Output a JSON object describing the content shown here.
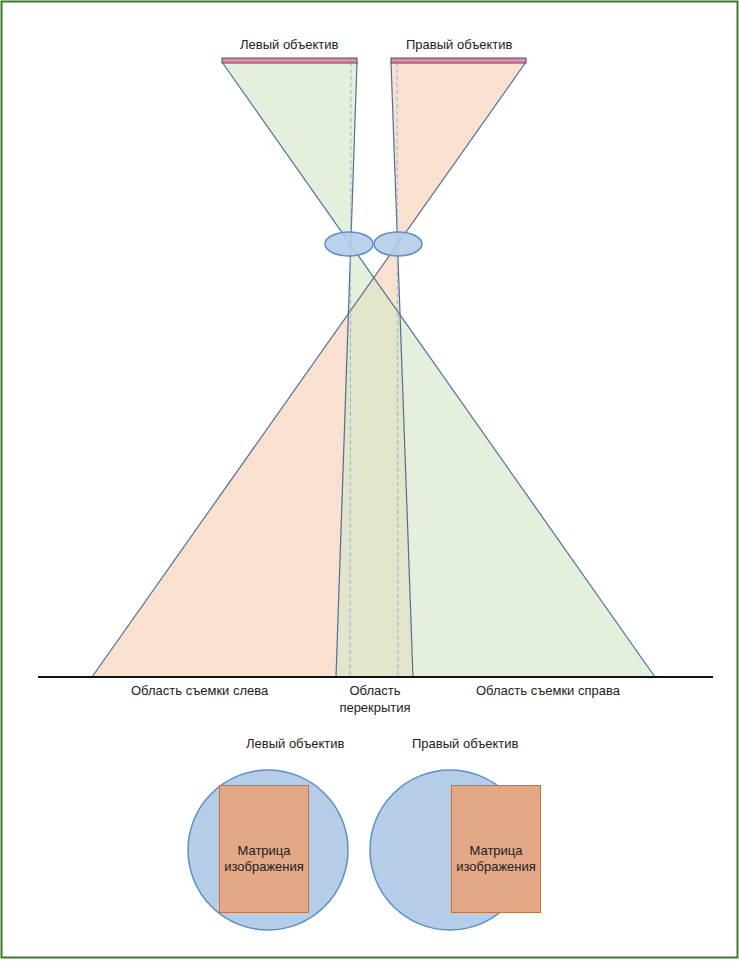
{
  "diagram": {
    "nodes": [
      {
        "text": [
          "Левый объектив"
        ]
      },
      {
        "text": [
          "Матрица изображения"
        ],
        "in": 0
      },
      {
        "text": [
          "Правый объектив"
        ]
      },
      {
        "text": [
          "Матрица изображения"
        ],
        "in": 2
      }
    ],
    "labels": [
      "Левый объектив",
      "Правый объектив",
      "Область съемки слева",
      "Область перекрытия",
      "Область съемки справа"
    ]
  }
}
